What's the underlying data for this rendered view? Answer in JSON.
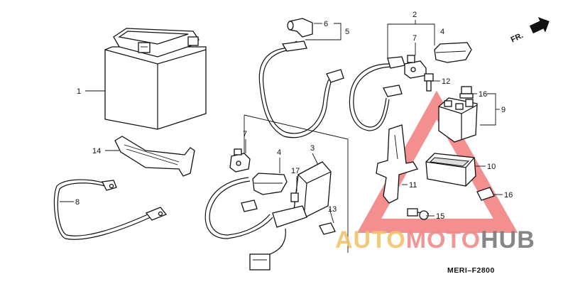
{
  "labels": {
    "l1": "1",
    "l2": "2",
    "l3": "3",
    "l4a": "4",
    "l4b": "4",
    "l5": "5",
    "l6": "6",
    "l7a": "7",
    "l7b": "7",
    "l8": "8",
    "l9": "9",
    "l10": "10",
    "l11": "11",
    "l12": "12",
    "l13": "13",
    "l14": "14",
    "l15": "15",
    "l16a": "16",
    "l16b": "16",
    "l17": "17"
  },
  "direction_label": "FR.",
  "diagram_code": "MERI–F2800",
  "watermark": {
    "part1": "AUTO",
    "part2": "MOTO",
    "part3": "HUB",
    "color1": "#f2c36b",
    "color2": "#f08a8a",
    "color3": "#7a7a7a"
  }
}
